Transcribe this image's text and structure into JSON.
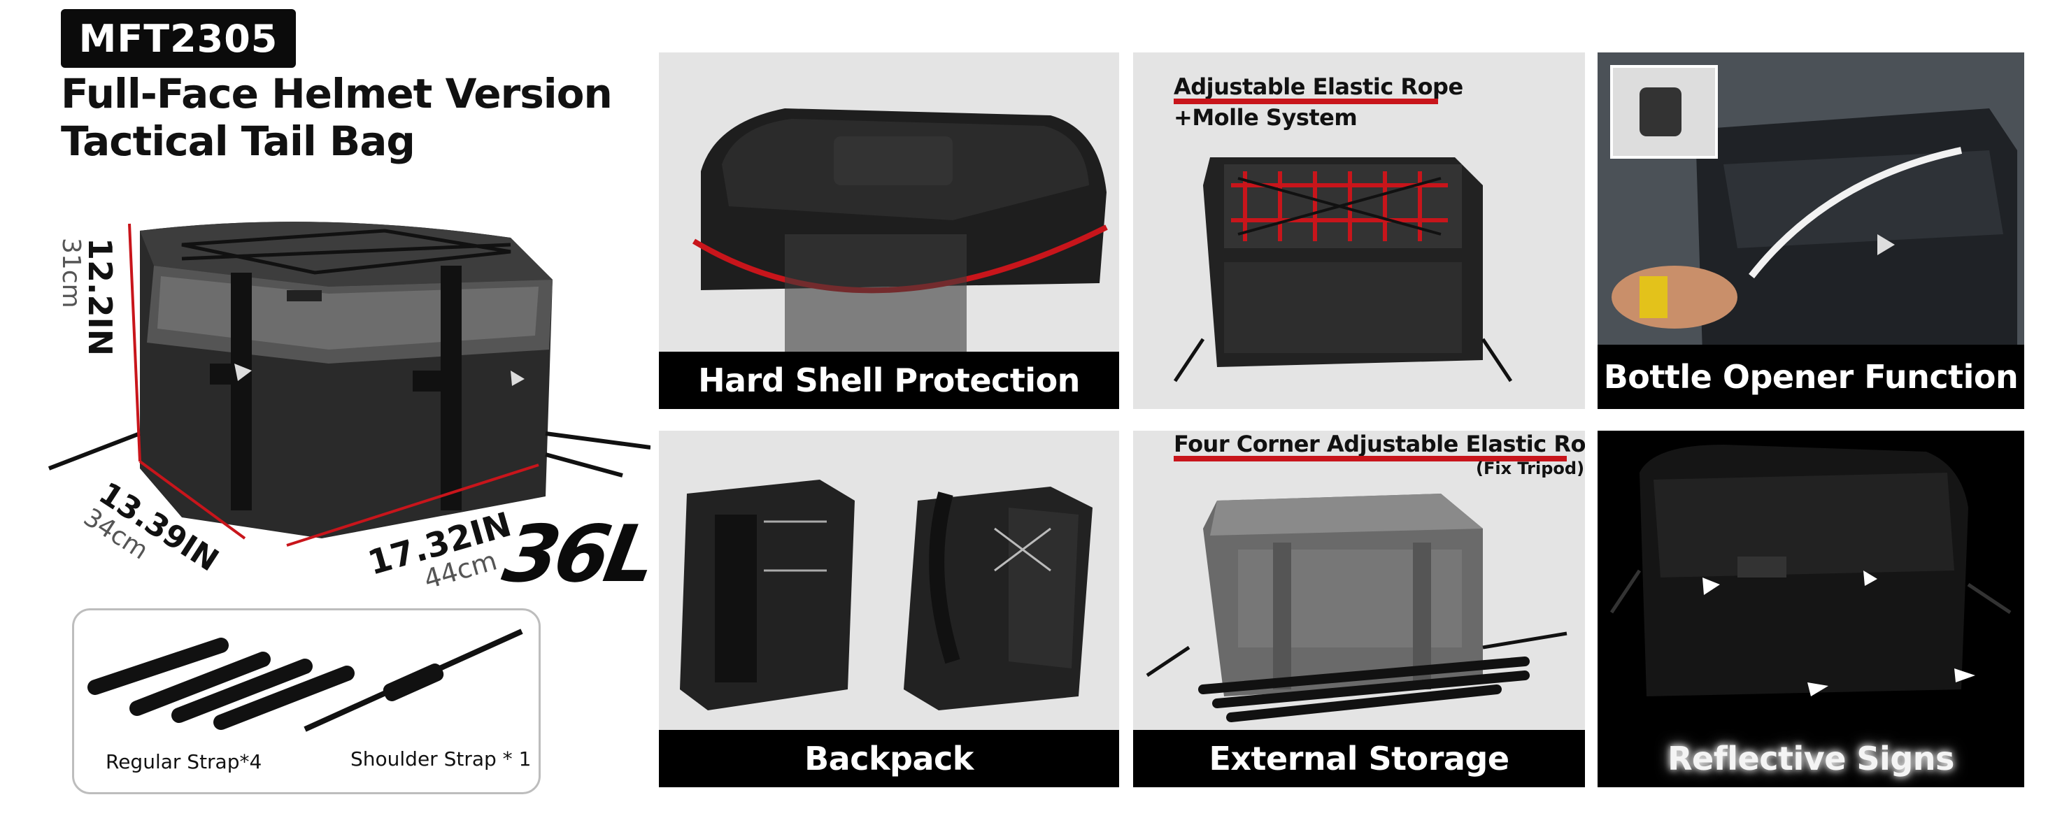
{
  "product": {
    "model": "MFT2305",
    "title_line1": "Full-Face Helmet Version",
    "title_line2": "Tactical Tail Bag",
    "capacity": "36L"
  },
  "dimensions": {
    "height_in": "12.2IN",
    "height_cm": "31cm",
    "depth_in": "13.39IN",
    "depth_cm": "34cm",
    "width_in": "17.32IN",
    "width_cm": "44cm"
  },
  "accessories": {
    "regular_strap": "Regular Strap*4",
    "shoulder_strap": "Shoulder Strap * 1"
  },
  "features": {
    "hard_shell": "Hard Shell Protection",
    "molle_label_1": "Adjustable Elastic Rope",
    "molle_label_2": "+Molle System",
    "bottle_opener": "Bottle Opener Function",
    "backpack": "Backpack",
    "corner_rope_label": "Four Corner Adjustable Elastic Rope",
    "corner_rope_note": "(Fix Tripod)",
    "external_storage": "External Storage",
    "reflective": "Reflective Signs"
  },
  "colors": {
    "accent_red": "#c8151b",
    "caption_bg": "#000000",
    "panel_bg": "#e4e4e4"
  }
}
